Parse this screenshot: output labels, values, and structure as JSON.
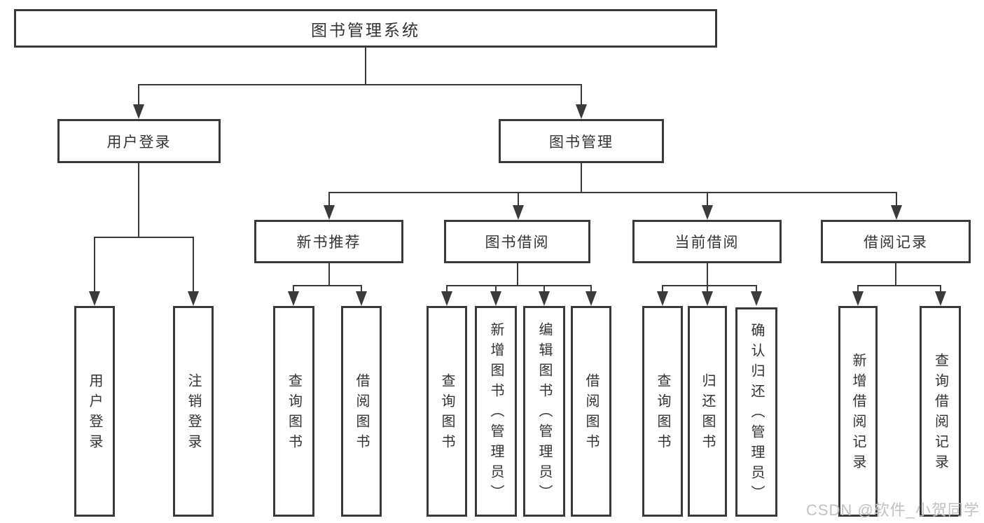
{
  "nodes": {
    "root": "图书管理系统",
    "user_login": "用户登录",
    "book_mgmt": "图书管理",
    "new_book_rec": "新书推荐",
    "book_borrow": "图书借阅",
    "current_borrow": "当前借阅",
    "borrow_records": "借阅记录",
    "leaf_user_login": "用户登录",
    "leaf_logout_login": "注销登录",
    "leaf_query_book_a": "查询图书",
    "leaf_borrow_book_a": "借阅图书",
    "leaf_query_book_b": "查询图书",
    "leaf_add_book_admin": "新增图书（管理员）",
    "leaf_edit_book_admin": "编辑图书（管理员）",
    "leaf_borrow_book_b": "借阅图书",
    "leaf_query_book_c": "查询图书",
    "leaf_return_book": "归还图书",
    "leaf_confirm_return_admin": "确认归还（管理员）",
    "leaf_add_borrow_record": "新增借阅记录",
    "leaf_query_borrow_record": "查询借阅记录"
  },
  "watermark": "CSDN @软件_小贺同学",
  "colors": {
    "line": "#3a3a3a",
    "text": "#333333",
    "background": "#ffffff",
    "watermark": "#c2c2c2"
  }
}
